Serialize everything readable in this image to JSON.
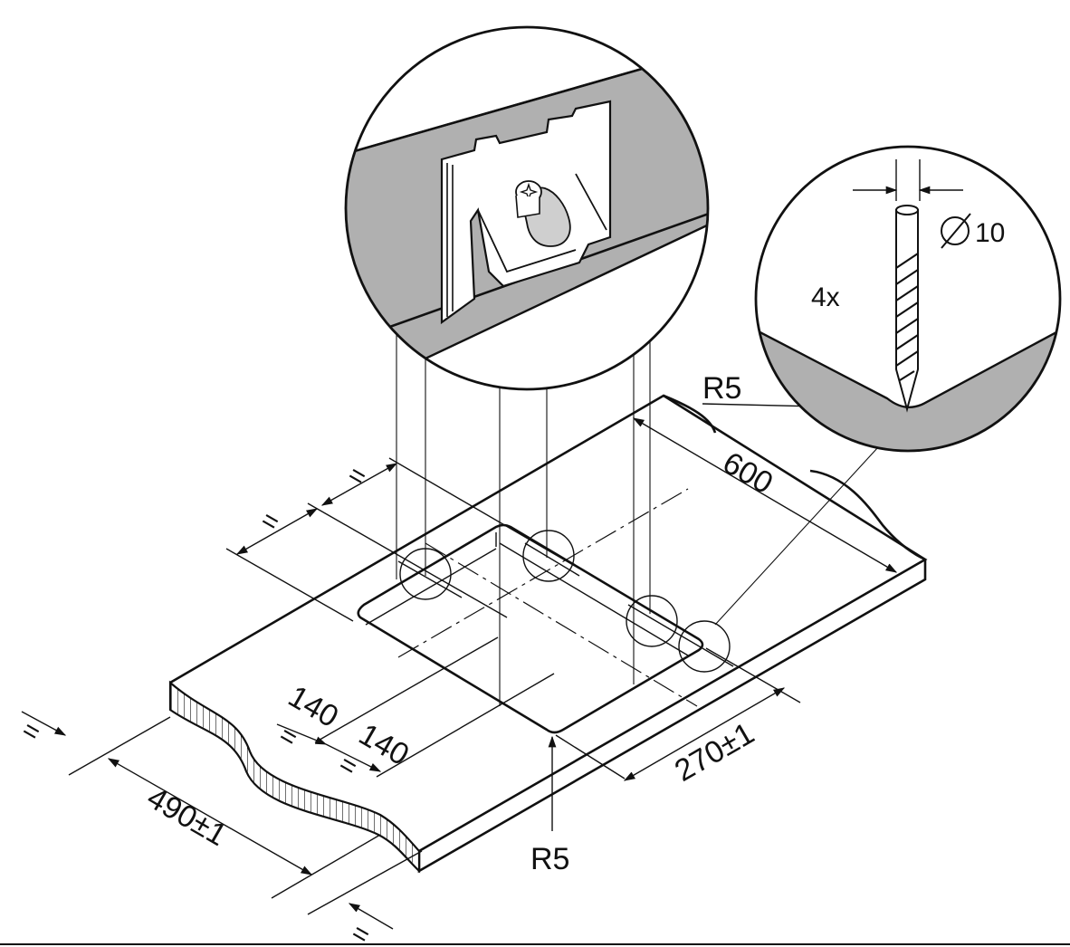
{
  "labels": {
    "width_490": "490±1",
    "depth_270": "270±1",
    "length_600": "600",
    "offset_140_a": "140",
    "offset_140_b": "140",
    "radius_inner": "R5",
    "radius_detail": "R5",
    "diameter_10": "10",
    "quantity": "4x",
    "equal_sign": "="
  },
  "colors": {
    "line": "#111111",
    "detail_surface": "#b0b0b0",
    "background": "#ffffff"
  },
  "icons": [
    "diameter-symbol-icon",
    "screw-head-icon",
    "drill-bit-icon"
  ]
}
